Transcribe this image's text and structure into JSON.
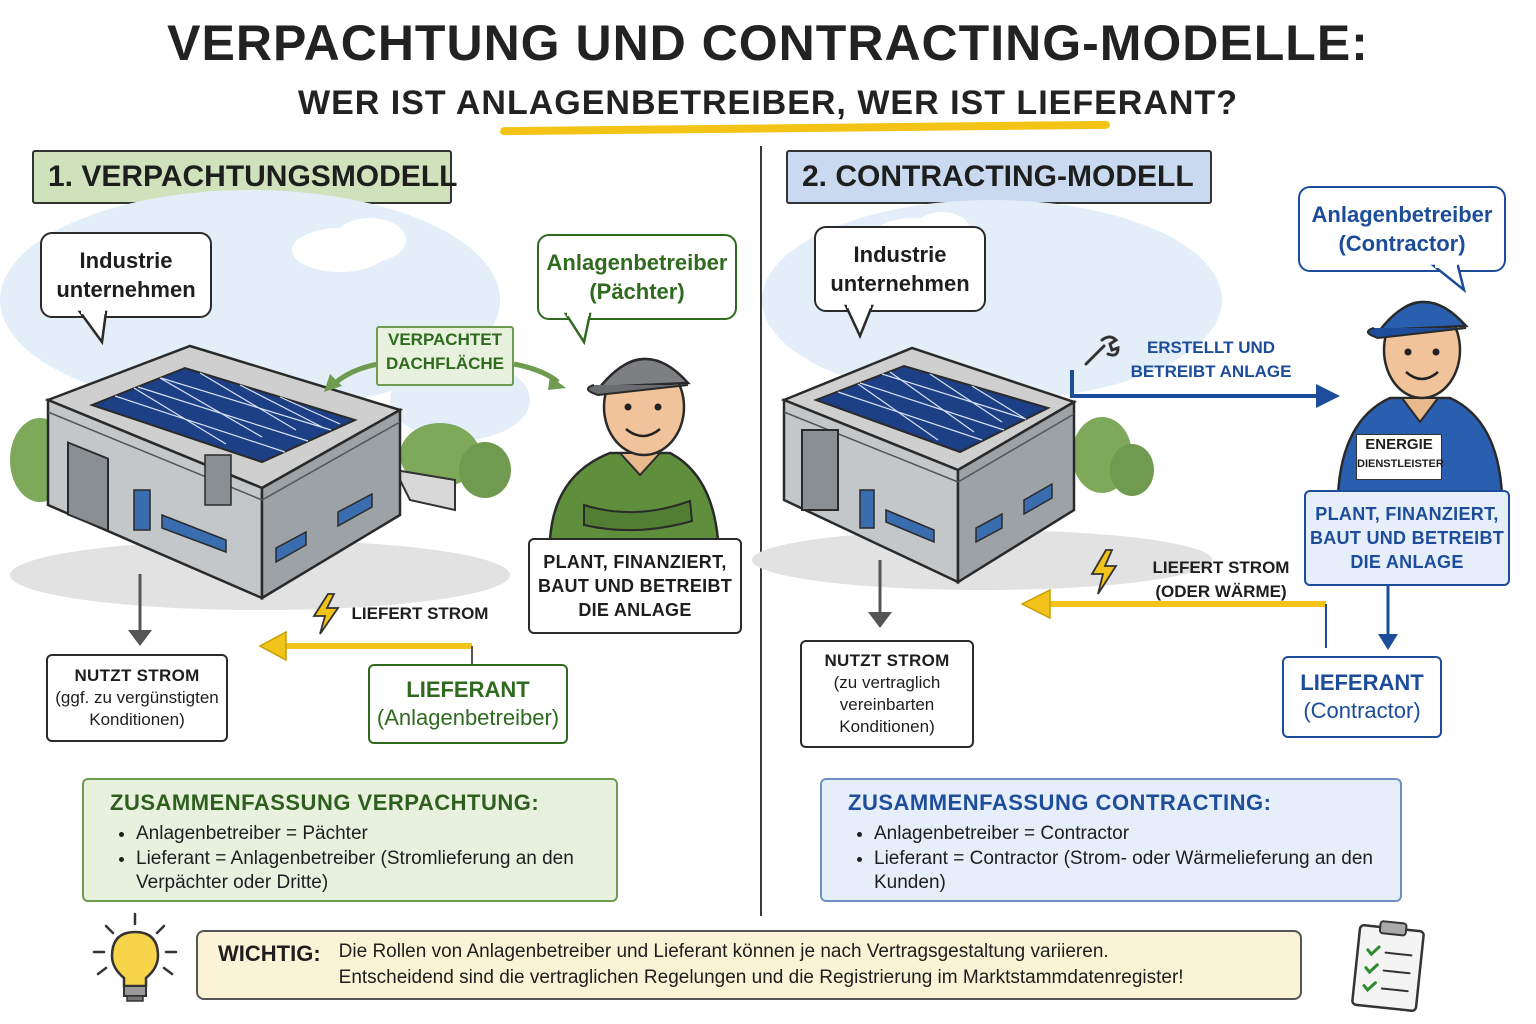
{
  "header": {
    "title": "VERPACHTUNG UND CONTRACTING-MODELLE:",
    "subtitle": "WER IST ANLAGENBETREIBER, WER IST LIEFERANT?"
  },
  "left": {
    "heading": "1. VERPACHTUNGSMODELL",
    "industry_bubble": [
      "Industrie",
      "unternehmen"
    ],
    "operator_bubble": [
      "Anlagenbetreiber",
      "(Pächter)"
    ],
    "lease_label": [
      "VERPACHTET",
      "DACHFLÄCHE"
    ],
    "role_box": [
      "PLANT, FINANZIERT,",
      "BAUT UND BETREIBT",
      "DIE ANLAGE"
    ],
    "supply_label": "LIEFERT STROM",
    "use_box": [
      "NUTZT STROM",
      "(ggf. zu vergünstigten",
      "Konditionen)"
    ],
    "supplier_box": [
      "LIEFERANT",
      "(Anlagenbetreiber)"
    ],
    "summary": {
      "title": "ZUSAMMENFASSUNG VERPACHTUNG:",
      "items": [
        "Anlagenbetreiber = Pächter",
        "Lieferant = Anlagenbetreiber (Stromlieferung an den Verpächter oder Dritte)"
      ]
    }
  },
  "right": {
    "heading": "2. CONTRACTING-MODELL",
    "industry_bubble": [
      "Industrie",
      "unternehmen"
    ],
    "operator_bubble": [
      "Anlagenbetreiber",
      "(Contractor)"
    ],
    "build_label": [
      "ERSTELLT UND",
      "BETREIBT ANLAGE"
    ],
    "shirt_label": [
      "ENERGIE",
      "DIENSTLEISTER"
    ],
    "role_box": [
      "PLANT, FINANZIERT,",
      "BAUT UND BETREIBT",
      "DIE ANLAGE"
    ],
    "supply_label": [
      "LIEFERT STROM",
      "(ODER WÄRME)"
    ],
    "use_box": [
      "NUTZT STROM",
      "(zu vertraglich",
      "vereinbarten",
      "Konditionen)"
    ],
    "supplier_box": [
      "LIEFERANT",
      "(Contractor)"
    ],
    "summary": {
      "title": "ZUSAMMENFASSUNG CONTRACTING:",
      "items": [
        "Anlagenbetreiber = Contractor",
        "Lieferant = Contractor (Strom- oder Wärmelieferung an den Kunden)"
      ]
    }
  },
  "important": {
    "label": "WICHTIG:",
    "line1": "Die Rollen von Anlagenbetreiber und Lieferant können je nach Vertragsgestaltung variieren.",
    "line2": "Entscheidend sind die vertraglichen Regelungen und die Registrierung im Marktstammdatenregister!"
  },
  "colors": {
    "green_accent": "#2f6a1f",
    "blue_accent": "#1d4d9a",
    "yellow_arrow": "#f2c318",
    "solar_panel": "#1d3f86"
  },
  "icons": [
    "lightbulb-icon",
    "clipboard-checklist-icon",
    "lightning-icon",
    "wrench-icon"
  ]
}
